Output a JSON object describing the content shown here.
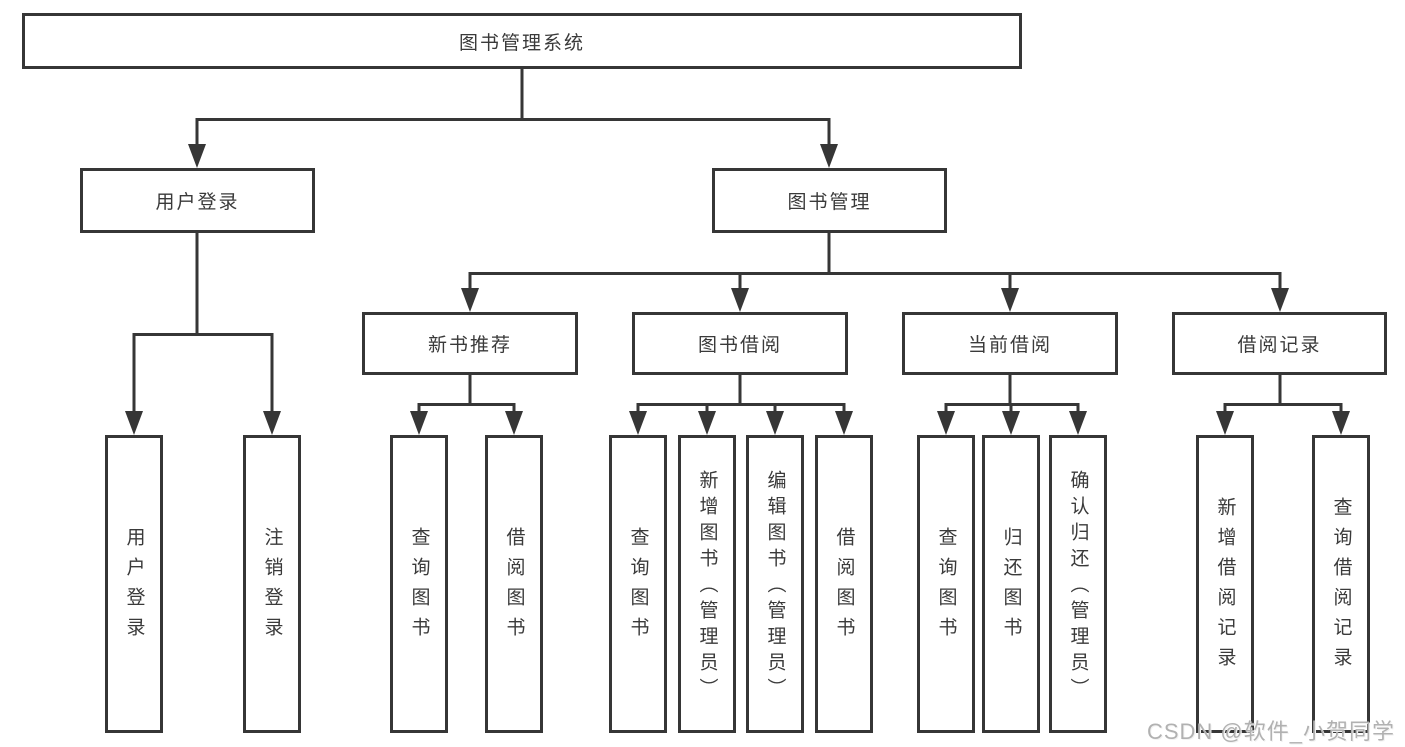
{
  "diagram": {
    "title_node": "图书管理系统",
    "tree": {
      "label": "图书管理系统",
      "children": [
        {
          "label": "用户登录",
          "children": [
            {
              "label": "用户登录"
            },
            {
              "label": "注销登录"
            }
          ]
        },
        {
          "label": "图书管理",
          "children": [
            {
              "label": "新书推荐",
              "children": [
                {
                  "label": "查询图书"
                },
                {
                  "label": "借阅图书"
                }
              ]
            },
            {
              "label": "图书借阅",
              "children": [
                {
                  "label": "查询图书"
                },
                {
                  "label": "新增图书（管理员）"
                },
                {
                  "label": "编辑图书（管理员）"
                },
                {
                  "label": "借阅图书"
                }
              ]
            },
            {
              "label": "当前借阅",
              "children": [
                {
                  "label": "查询图书"
                },
                {
                  "label": "归还图书"
                },
                {
                  "label": "确认归还（管理员）"
                }
              ]
            },
            {
              "label": "借阅记录",
              "children": [
                {
                  "label": "新增借阅记录"
                },
                {
                  "label": "查询借阅记录"
                }
              ]
            }
          ]
        }
      ]
    },
    "colors": {
      "line": "#363636",
      "text": "#3a3a3a",
      "background": "#ffffff",
      "watermark": "#b1b1b1"
    }
  },
  "watermark": {
    "text": "CSDN @软件_小贺同学"
  }
}
